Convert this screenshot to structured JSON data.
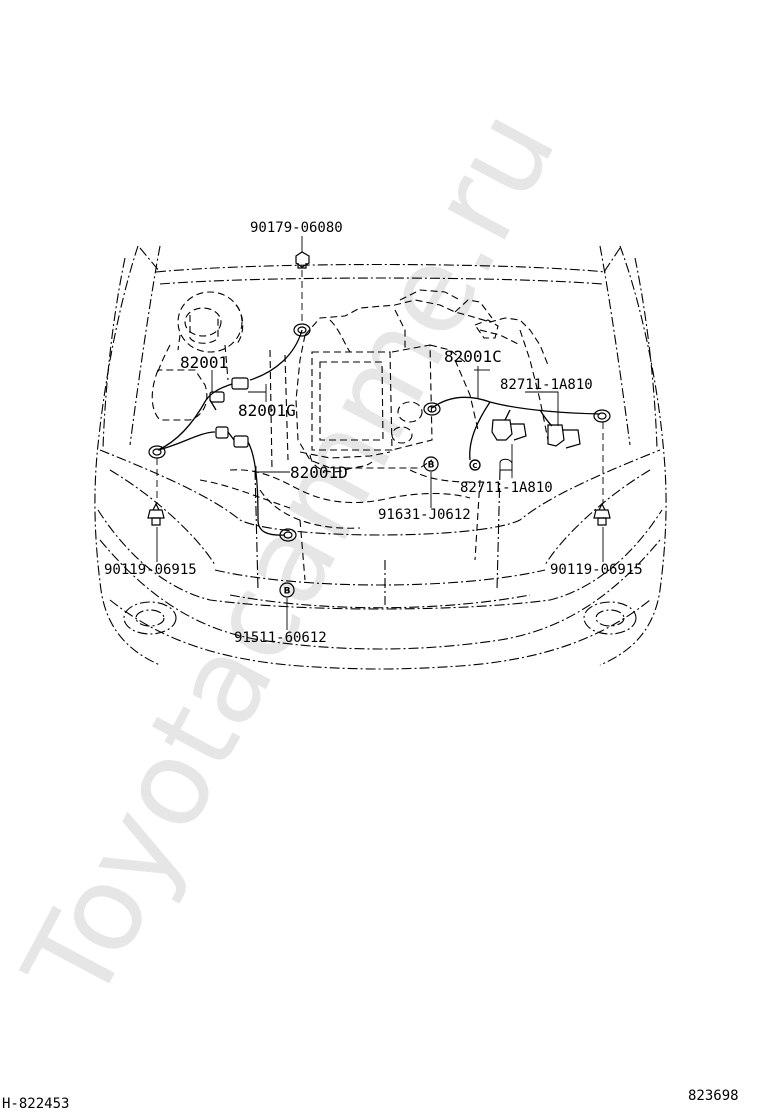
{
  "diagram": {
    "watermark": "Toyotacamme.ru",
    "part_numbers": {
      "nut_top": "90179-06080",
      "harness_a": "82001",
      "harness_c": "82001C",
      "harness_g": "82001G",
      "harness_d": "82001D",
      "sensor_upper": "82711-1A810",
      "sensor_lower": "82711-1A810",
      "clamp_b_right": "91631-J0612",
      "clamp_b_lower": "91511-60612",
      "bolt_left": "90119-06915",
      "bolt_right": "90119-06915"
    },
    "callout_markers": {
      "b_right": "B",
      "b_lower": "B",
      "c_marker": "C"
    },
    "footer": {
      "left_code": "H-822453",
      "right_code": "823698"
    }
  }
}
